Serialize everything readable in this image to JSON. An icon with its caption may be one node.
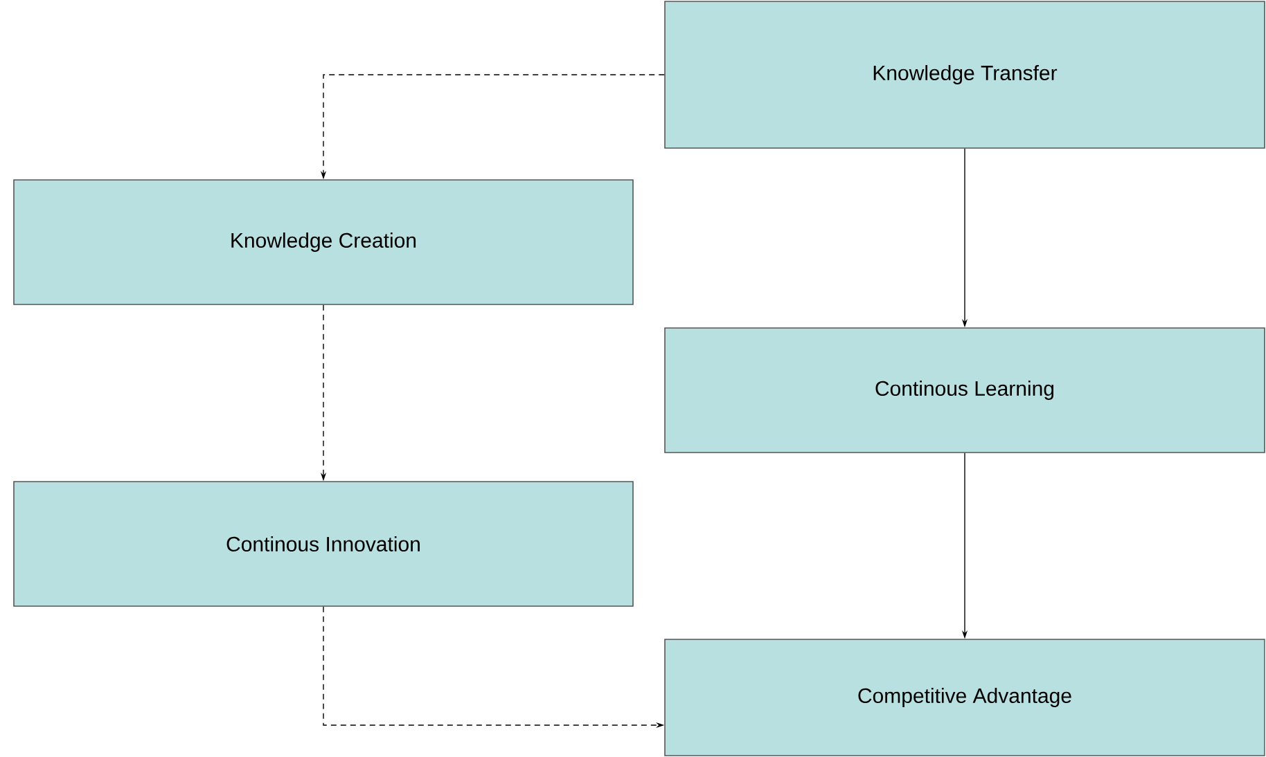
{
  "diagram": {
    "nodes": [
      {
        "text": [
          "Knowledge Transfer"
        ]
      },
      {
        "text": [
          "Knowledge Creation"
        ]
      },
      {
        "text": [
          "Continous Learning"
        ]
      },
      {
        "text": [
          "Continous Innovation"
        ]
      },
      {
        "text": [
          "Competitive Advantage"
        ]
      }
    ],
    "edges": [
      {
        "from": 0,
        "to": 1,
        "arrow": "to",
        "style": "dashed"
      },
      {
        "from": 1,
        "to": 3,
        "arrow": "to",
        "style": "dashed"
      },
      {
        "from": 3,
        "to": 4,
        "arrow": "to",
        "style": "dashed"
      },
      {
        "from": 0,
        "to": 2,
        "arrow": "to"
      },
      {
        "from": 2,
        "to": 4,
        "arrow": "to"
      }
    ]
  }
}
